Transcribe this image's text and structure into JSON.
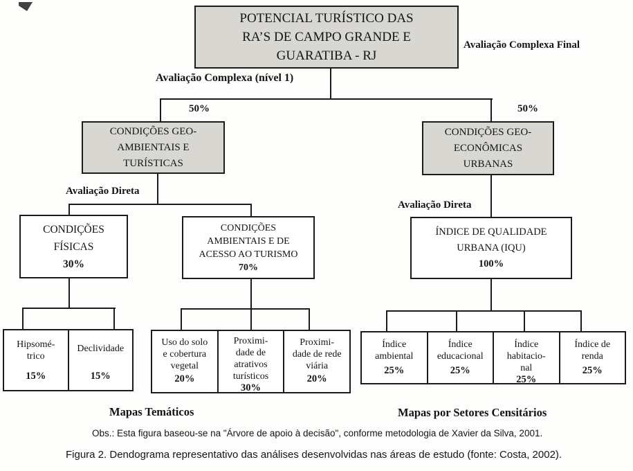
{
  "colors": {
    "grey_fill": "#d9d7d2",
    "line": "#1b1b1b"
  },
  "root_box": {
    "text": "POTENCIAL TURÍSTICO DAS\nRA’S DE CAMPO GRANDE E\nGUARATIBA - RJ"
  },
  "annotations": {
    "complexa_final": "Avaliação Complexa Final",
    "complexa_nivel1": "Avaliação Complexa (nível 1)",
    "pct_left": "50%",
    "pct_right": "50%",
    "direta_left": "Avaliação Direta",
    "direta_right": "Avaliação Direta",
    "mapas_tematicos": "Mapas Temáticos",
    "mapas_setores": "Mapas por Setores Censitários",
    "obs": "Obs.: Esta figura baseou-se na \"Árvore de apoio à decisão\", conforme metodologia de Xavier da Silva, 2001.",
    "caption": "Figura 2. Dendograma representativo das análises desenvolvidas nas áreas de estudo (fonte: Costa, 2002)."
  },
  "level2": {
    "left": {
      "text": "CONDIÇÕES GEO-\nAMBIENTAIS  E\nTURÍSTICAS"
    },
    "right": {
      "text": "CONDIÇÕES GEO-\nECONÔMICAS\nURBANAS"
    }
  },
  "level3": {
    "fisicas": {
      "text": "CONDIÇÕES\nFÍSICAS",
      "weight": "30%"
    },
    "ambientais": {
      "text": "CONDIÇÕES\nAMBIENTAIS E DE\nACESSO AO TURISMO",
      "weight": "70%"
    },
    "iqu": {
      "text": "ÍNDICE DE QUALIDADE\nURBANA (IQU)",
      "weight": "100%"
    }
  },
  "leaves": {
    "fisicas": [
      {
        "name": "Hipsomé-\ntrico",
        "weight": "15%"
      },
      {
        "name": "Declividade",
        "weight": "15%"
      }
    ],
    "ambientais": [
      {
        "name": "Uso do solo\ne cobertura\nvegetal",
        "weight": "20%"
      },
      {
        "name": "Proximi-\ndade de\natrativos\nturísticos",
        "weight": "30%"
      },
      {
        "name": "Proximi-\ndade de rede\nviária",
        "weight": "20%"
      }
    ],
    "iqu": [
      {
        "name": "Índice\nambiental",
        "weight": "25%"
      },
      {
        "name": "Índice\neducacional",
        "weight": "25%"
      },
      {
        "name": "Índice\nhabitacio-\nnal",
        "weight": "25%"
      },
      {
        "name": "Índice de\nrenda",
        "weight": "25%"
      }
    ]
  }
}
